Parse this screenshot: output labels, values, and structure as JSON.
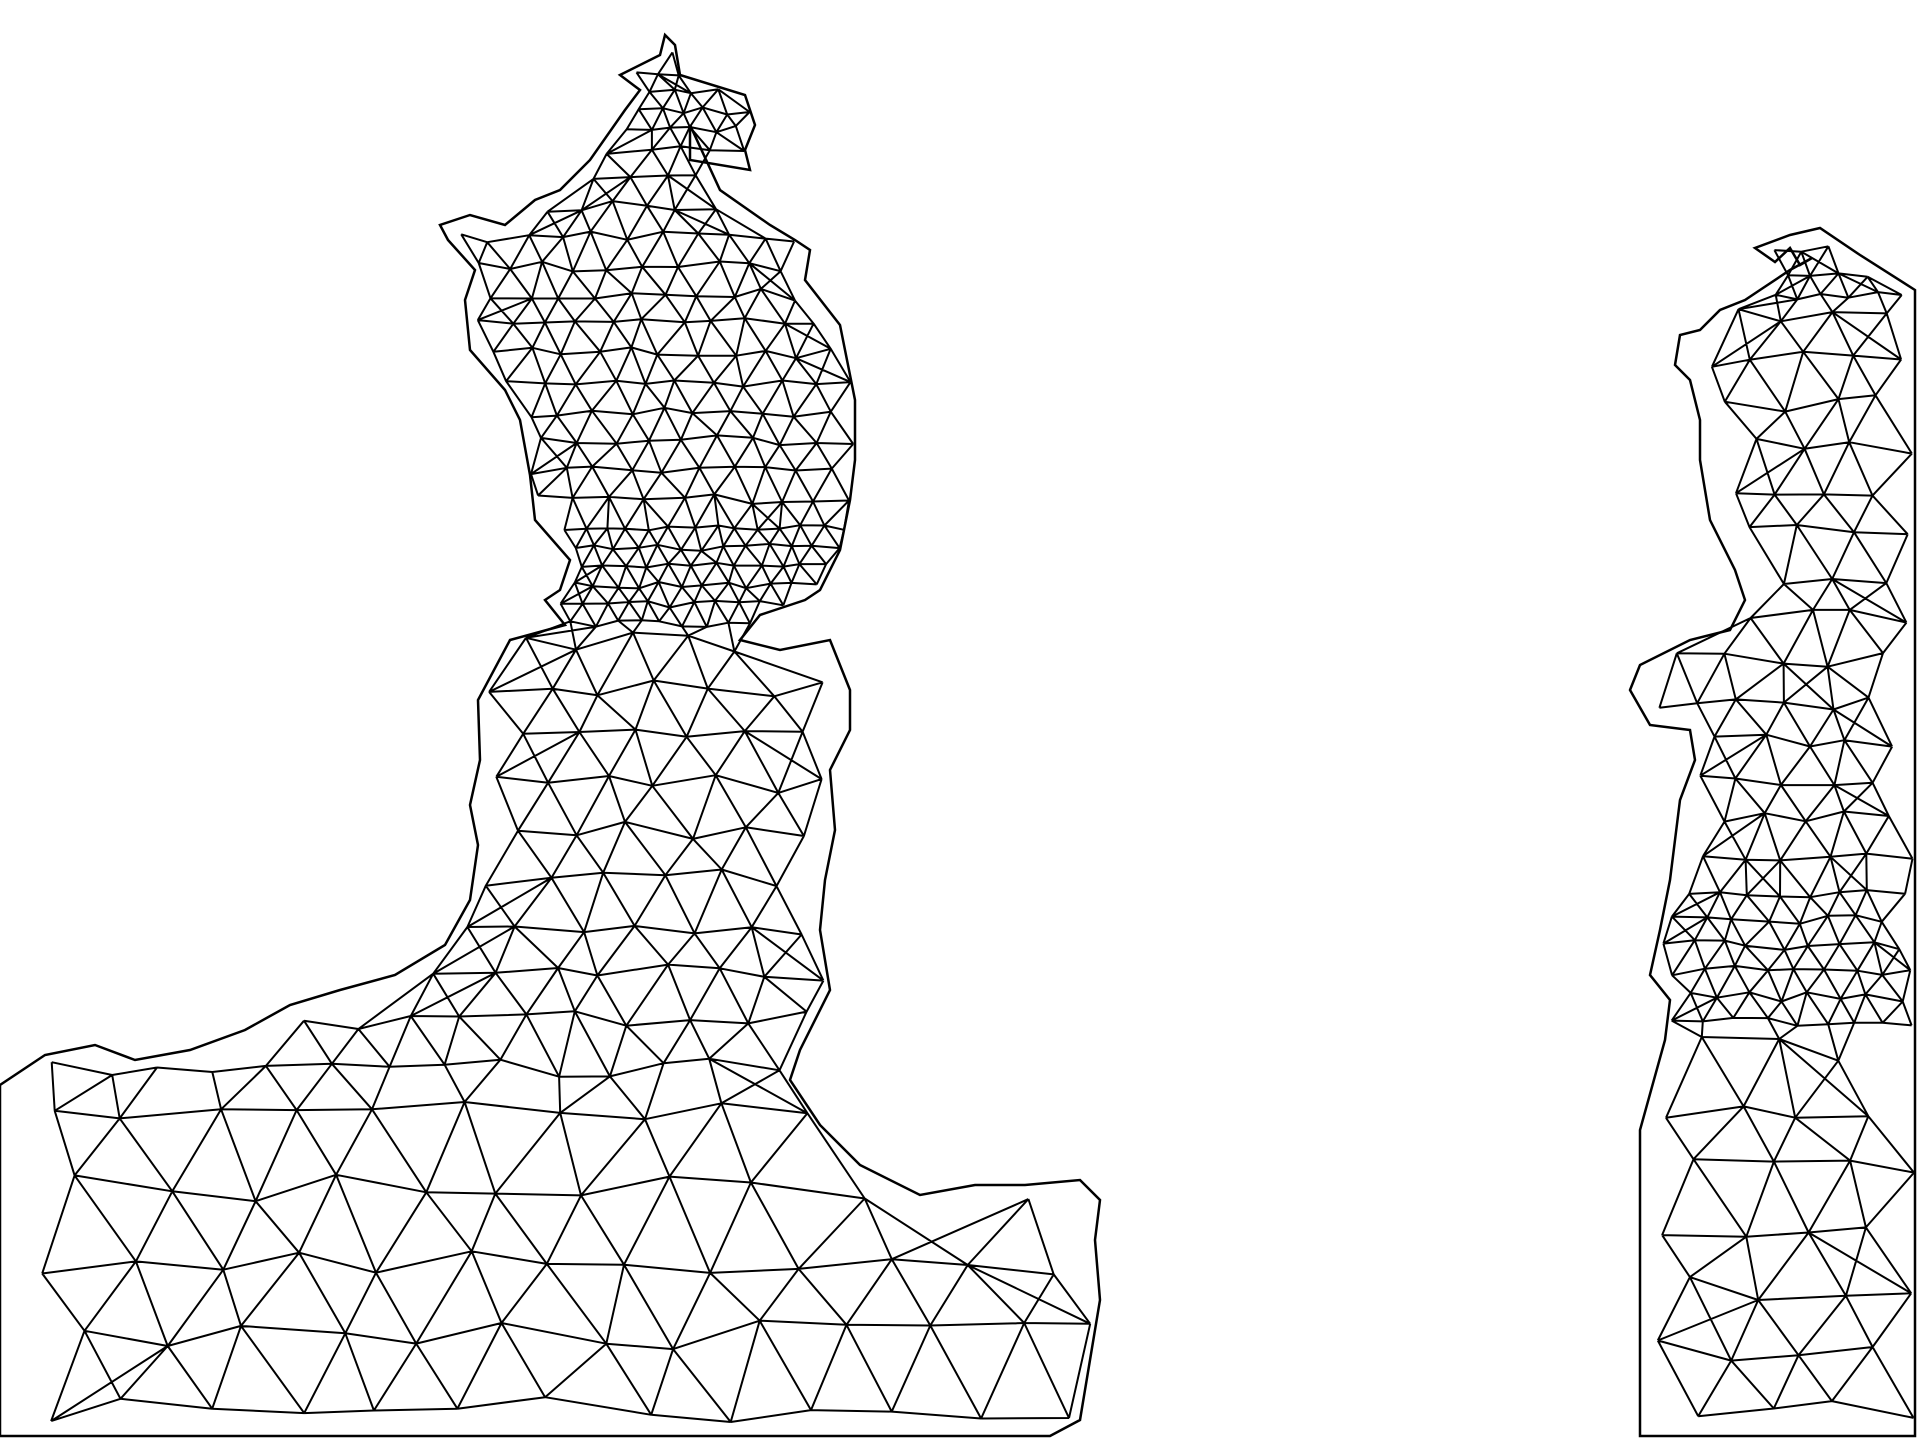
{
  "figure": {
    "description_visible_text": "",
    "background_color": "#ffffff",
    "line_color": "#000000",
    "panels": [
      {
        "name": "left-mesh-region",
        "kind": "triangulated-mesh"
      },
      {
        "name": "right-mesh-region",
        "kind": "triangulated-mesh"
      }
    ]
  }
}
